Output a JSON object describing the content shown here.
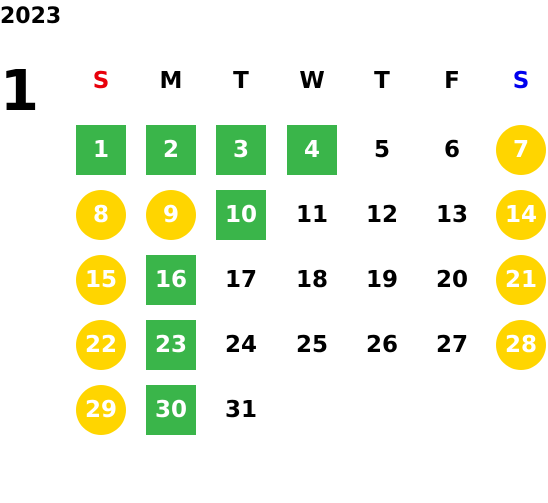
{
  "calendar": {
    "year": "2023",
    "month": "1",
    "weekdays": [
      {
        "label": "S",
        "color": "#e8000b"
      },
      {
        "label": "M",
        "color": "#000000"
      },
      {
        "label": "T",
        "color": "#000000"
      },
      {
        "label": "W",
        "color": "#000000"
      },
      {
        "label": "T",
        "color": "#000000"
      },
      {
        "label": "F",
        "color": "#000000"
      },
      {
        "label": "S",
        "color": "#0000ee"
      }
    ],
    "weeks": [
      [
        {
          "day": "1",
          "mark": "green"
        },
        {
          "day": "2",
          "mark": "green"
        },
        {
          "day": "3",
          "mark": "green"
        },
        {
          "day": "4",
          "mark": "green"
        },
        {
          "day": "5",
          "mark": "none"
        },
        {
          "day": "6",
          "mark": "none"
        },
        {
          "day": "7",
          "mark": "yellow"
        }
      ],
      [
        {
          "day": "8",
          "mark": "yellow"
        },
        {
          "day": "9",
          "mark": "yellow"
        },
        {
          "day": "10",
          "mark": "green"
        },
        {
          "day": "11",
          "mark": "none"
        },
        {
          "day": "12",
          "mark": "none"
        },
        {
          "day": "13",
          "mark": "none"
        },
        {
          "day": "14",
          "mark": "yellow"
        }
      ],
      [
        {
          "day": "15",
          "mark": "yellow"
        },
        {
          "day": "16",
          "mark": "green"
        },
        {
          "day": "17",
          "mark": "none"
        },
        {
          "day": "18",
          "mark": "none"
        },
        {
          "day": "19",
          "mark": "none"
        },
        {
          "day": "20",
          "mark": "none"
        },
        {
          "day": "21",
          "mark": "yellow"
        }
      ],
      [
        {
          "day": "22",
          "mark": "yellow"
        },
        {
          "day": "23",
          "mark": "green"
        },
        {
          "day": "24",
          "mark": "none"
        },
        {
          "day": "25",
          "mark": "none"
        },
        {
          "day": "26",
          "mark": "none"
        },
        {
          "day": "27",
          "mark": "none"
        },
        {
          "day": "28",
          "mark": "yellow"
        }
      ],
      [
        {
          "day": "29",
          "mark": "yellow"
        },
        {
          "day": "30",
          "mark": "green"
        },
        {
          "day": "31",
          "mark": "none"
        }
      ]
    ],
    "colors": {
      "green": "#3ab54a",
      "yellow": "#ffd500",
      "sunday": "#e8000b",
      "saturday": "#0000ee"
    }
  }
}
